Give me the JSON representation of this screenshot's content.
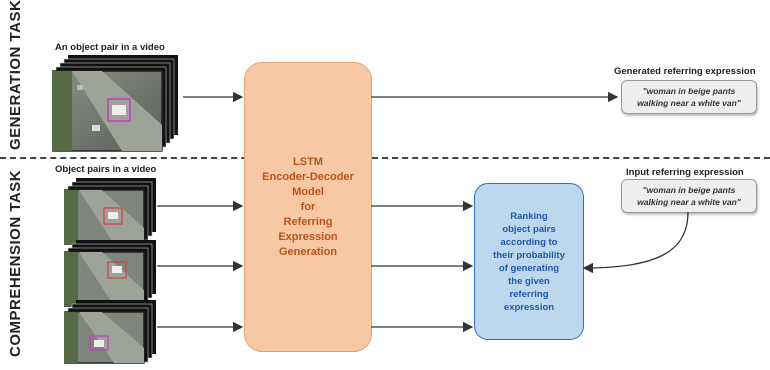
{
  "sections": {
    "generation_label": "GENERATION TASK",
    "comprehension_label": "COMPREHENSION TASK"
  },
  "generation": {
    "input_caption": "An object pair in a video",
    "output_caption": "Generated referring expression",
    "output_expression": "\"woman in beige pants\nwalking near a white van\""
  },
  "comprehension": {
    "input_caption": "Object pairs in a video",
    "query_caption": "Input referring expression",
    "query_expression": "\"woman in beige pants\nwalking near a white van\""
  },
  "model_box": {
    "text": "LSTM\nEncoder-Decoder\nModel\nfor\nReferring\nExpression\nGeneration"
  },
  "ranking_box": {
    "text": "Ranking\nobject pairs\naccording to\ntheir probability\nof generating\nthe given\nreferring\nexpression"
  },
  "colors": {
    "model_fill": "#f7c8a3",
    "model_text": "#b8541a",
    "ranking_fill": "#bdd7ee",
    "ranking_text": "#1f5aa6",
    "arrow": "#333333"
  }
}
